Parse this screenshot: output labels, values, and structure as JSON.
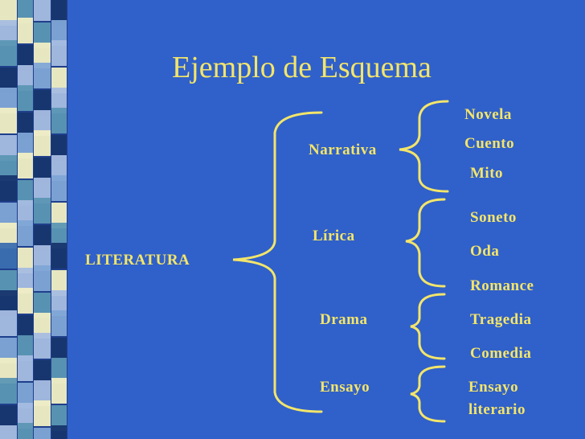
{
  "slide": {
    "title": "Ejemplo de Esquema",
    "root": "LITERATURA",
    "genres": {
      "narrativa": {
        "label": "Narrativa",
        "items": [
          "Novela",
          "Cuento",
          "Mito"
        ]
      },
      "lirica": {
        "label": "Lírica",
        "items": [
          "Soneto",
          "Oda",
          "Romance"
        ]
      },
      "drama": {
        "label": "Drama",
        "items": [
          "Tragedia",
          "Comedia"
        ]
      },
      "ensayo": {
        "label": "Ensayo",
        "items": [
          "Ensayo",
          "literario"
        ]
      }
    }
  },
  "colors": {
    "background": "#3060c9",
    "text": "#f3e56a",
    "strip_light": "#f1efc4",
    "strip_mid": "#a6bde2",
    "strip_teal": "#5c97b4",
    "strip_dark": "#17366e"
  },
  "decoration": "stripe-tiles"
}
